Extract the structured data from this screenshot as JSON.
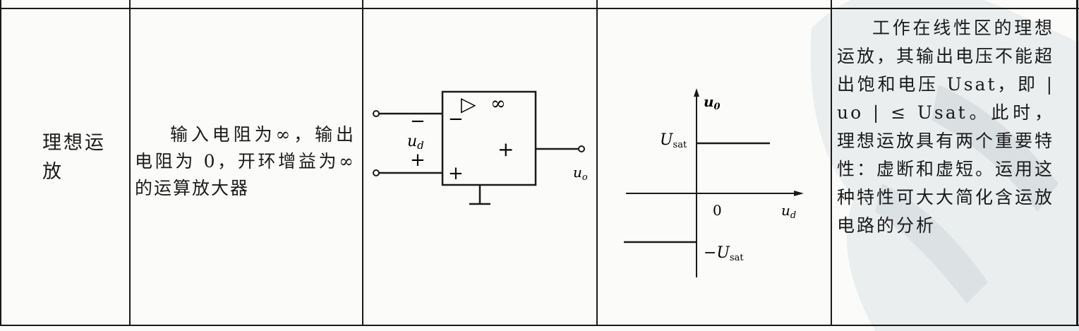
{
  "row": {
    "name": "理想运放",
    "description": "输入电阻为∞，输出电阻为 0，开环增益为∞的运算放大器",
    "note": "工作在线性区的理想运放，其输出电压不能超出饱和电压 Usat，即 | uo | ≤ Usat。此时，理想运放具有两个重要特性：虚断和虚短。运用这种特性可大大简化含运放电路的分析"
  },
  "circuit": {
    "triangle_label": "▷",
    "gain_label": "∞",
    "minus_input": "−",
    "plus_input": "+",
    "output_sign": "+",
    "input_voltage": "u",
    "input_voltage_sub": "d",
    "input_sign_minus": "−",
    "input_sign_plus": "+",
    "output_voltage": "u",
    "output_voltage_sub": "o"
  },
  "graph": {
    "y_axis": "u",
    "y_axis_sub": "0",
    "x_axis": "u",
    "x_axis_sub": "d",
    "origin": "0",
    "pos_sat": "U",
    "pos_sat_sub": "sat",
    "neg_sat": "−U",
    "neg_sat_sub": "sat"
  }
}
